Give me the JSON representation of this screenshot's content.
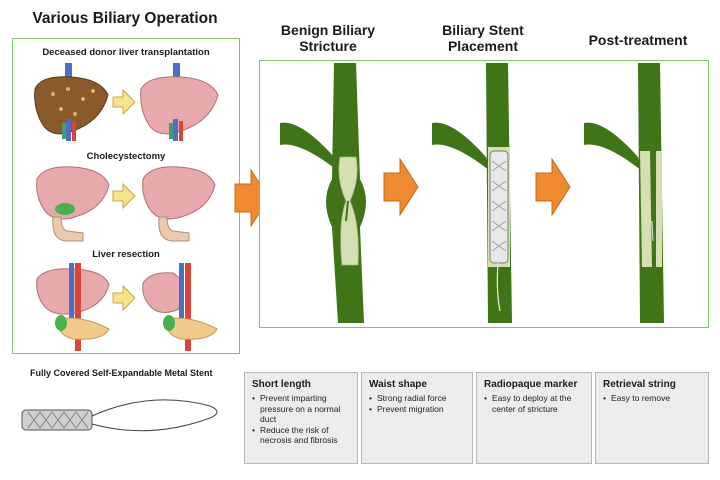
{
  "title": "Various Biliary Operation",
  "left_panel": {
    "sections": [
      {
        "label": "Deceased donor liver transplantation"
      },
      {
        "label": "Cholecystectomy"
      },
      {
        "label": "Liver resection"
      }
    ]
  },
  "stages": [
    {
      "label": "Benign Biliary Stricture"
    },
    {
      "label": "Biliary Stent Placement"
    },
    {
      "label": "Post-treatment"
    }
  ],
  "stent": {
    "label": "Fully Covered Self-Expandable Metal Stent"
  },
  "features": [
    {
      "title": "Short length",
      "items": [
        "Prevent imparting pressure on a normal duct",
        "Reduce the risk of necrosis and fibrosis"
      ]
    },
    {
      "title": "Waist shape",
      "items": [
        "Strong radial force",
        "Prevent migration"
      ]
    },
    {
      "title": "Radiopaque marker",
      "items": [
        "Easy to deploy at the center of stricture"
      ]
    },
    {
      "title": "Retrieval string",
      "items": [
        "Easy to remove"
      ]
    }
  ],
  "colors": {
    "panel_border": "#7dc46b",
    "arrow_orange": "#ee8a2f",
    "arrow_yellow": "#f7e38f",
    "duct_dark": "#3f7417",
    "duct_light": "#d4dfb3",
    "liver": "#e7a9ab",
    "feature_bg": "#ececec"
  }
}
